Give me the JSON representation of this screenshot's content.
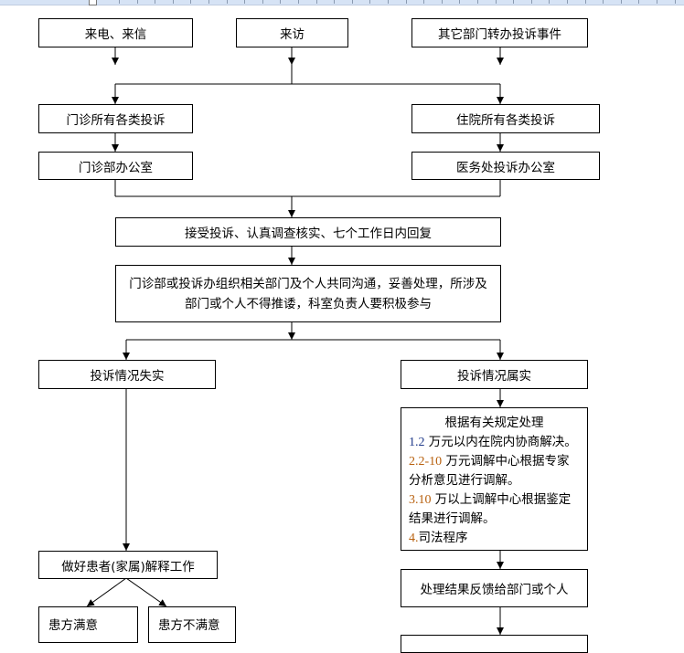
{
  "nodes": {
    "phone_letter": "来电、来信",
    "visit": "来访",
    "other_dept": "其它部门转办投诉事件",
    "outpatient_complaints": "门诊所有各类投诉",
    "inpatient_complaints": "住院所有各类投诉",
    "outpatient_office": "门诊部办公室",
    "medical_office": "医务处投诉办公室",
    "accept": "接受投诉、认真调查核实、七个工作日内回复",
    "coordinate_line1": "门诊部或投诉办组织相关部门及个人共同沟通，妥善处理，所涉及",
    "coordinate_line2": "部门或个人不得推诿，科室负责人要积极参与",
    "unfounded": "投诉情况失实",
    "founded": "投诉情况属实",
    "rules": {
      "title": "根据有关规定处理",
      "items": [
        {
          "num": "1.2",
          "text": " 万元以内在院内协商解决。"
        },
        {
          "num": "2.2-10",
          "text": " 万元调解中心根据专家",
          "cont": "分析意见进行调解。"
        },
        {
          "num": "3.10",
          "text": " 万以上调解中心根据鉴定",
          "cont": "结果进行调解。"
        },
        {
          "num": "4.",
          "text": "司法程序"
        }
      ]
    },
    "feedback": "处理结果反馈给部门或个人",
    "explain": "做好患者(家属)解释工作",
    "satisfied": "患方满意",
    "unsatisfied": "患方不满意"
  },
  "colors": {
    "line": "#000000",
    "ruler": "#d6e3f5",
    "num1": "#1f3a8a",
    "num2": "#b8610f"
  }
}
